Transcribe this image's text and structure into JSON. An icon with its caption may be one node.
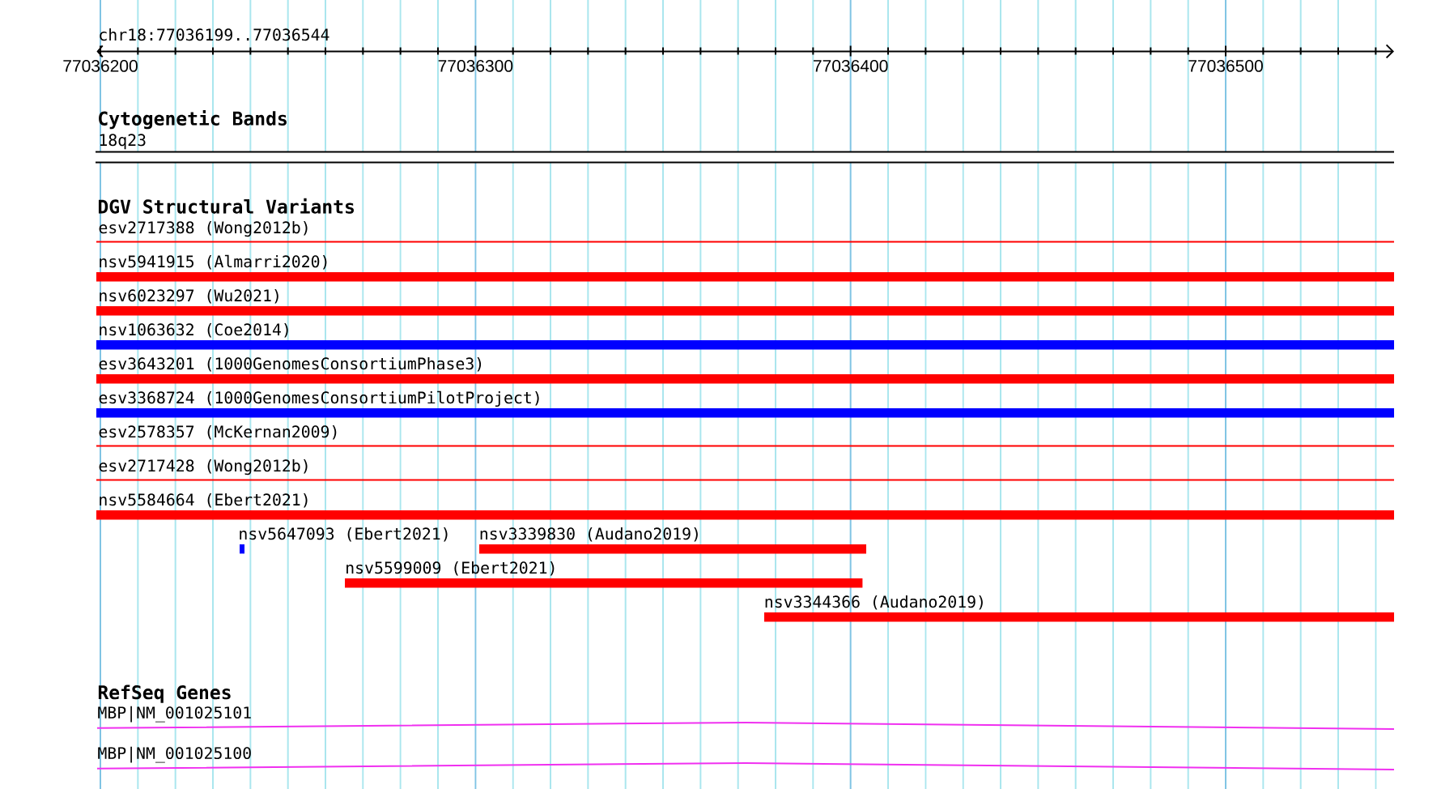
{
  "diagram": {
    "nodes": [
      {
        "text": [
          "18q23"
        ]
      },
      {
        "text": [
          "esv2717388 (Wong2012b)"
        ]
      },
      {
        "text": [
          "nsv5941915 (Almarri2020)"
        ]
      },
      {
        "text": [
          "nsv6023297 (Wu2021)"
        ]
      },
      {
        "text": [
          "nsv1063632 (Coe2014)"
        ]
      },
      {
        "text": [
          "esv3643201 (1000GenomesConsortiumPhase3)"
        ]
      },
      {
        "text": [
          "esv3368724 (1000GenomesConsortiumPilotProject)"
        ]
      },
      {
        "text": [
          "esv2578357 (McKernan2009)"
        ]
      },
      {
        "text": [
          "esv2717428 (Wong2012b)"
        ]
      },
      {
        "text": [
          "nsv5584664 (Ebert2021)"
        ]
      },
      {
        "text": [
          "nsv5647093 (Ebert2021)"
        ]
      },
      {
        "text": [
          "nsv3339830 (Audano2019)"
        ]
      },
      {
        "text": [
          "nsv5599009 (Ebert2021)"
        ]
      },
      {
        "text": [
          "nsv3344366 (Audano2019)"
        ]
      },
      {
        "text": [
          "MBP|NM_001025101"
        ]
      },
      {
        "text": [
          "MBP|NM_001025100"
        ]
      }
    ],
    "labels": [
      "chr18:77036199..77036544",
      "77036200",
      "77036300",
      "77036400",
      "77036500",
      "Cytogenetic Bands",
      "DGV Structural Variants",
      "RefSeq Genes"
    ]
  }
}
